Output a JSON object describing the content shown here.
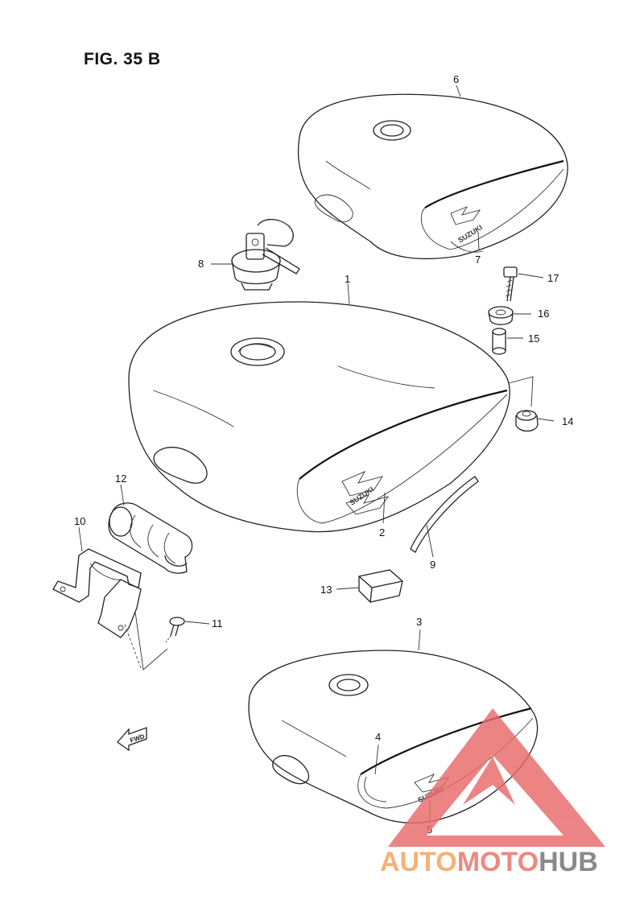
{
  "figure": {
    "title": "FIG. 35 B"
  },
  "parts": [
    {
      "no": "1"
    },
    {
      "no": "2"
    },
    {
      "no": "3"
    },
    {
      "no": "4"
    },
    {
      "no": "5"
    },
    {
      "no": "6"
    },
    {
      "no": "7"
    },
    {
      "no": "8"
    },
    {
      "no": "9"
    },
    {
      "no": "10"
    },
    {
      "no": "11"
    },
    {
      "no": "12"
    },
    {
      "no": "13"
    },
    {
      "no": "14"
    },
    {
      "no": "15"
    },
    {
      "no": "16"
    },
    {
      "no": "17"
    }
  ],
  "emblem_text": "SUZUKI",
  "fwd_arrow": {
    "label": "FWD"
  },
  "watermark": {
    "part1": "AUTO",
    "part2": "MOTO",
    "part3": "HUB",
    "colors": {
      "part1": "#f3b277",
      "part2": "#ec8a80",
      "part3": "#8a8a8a",
      "triangle": "#e86a6a"
    }
  }
}
